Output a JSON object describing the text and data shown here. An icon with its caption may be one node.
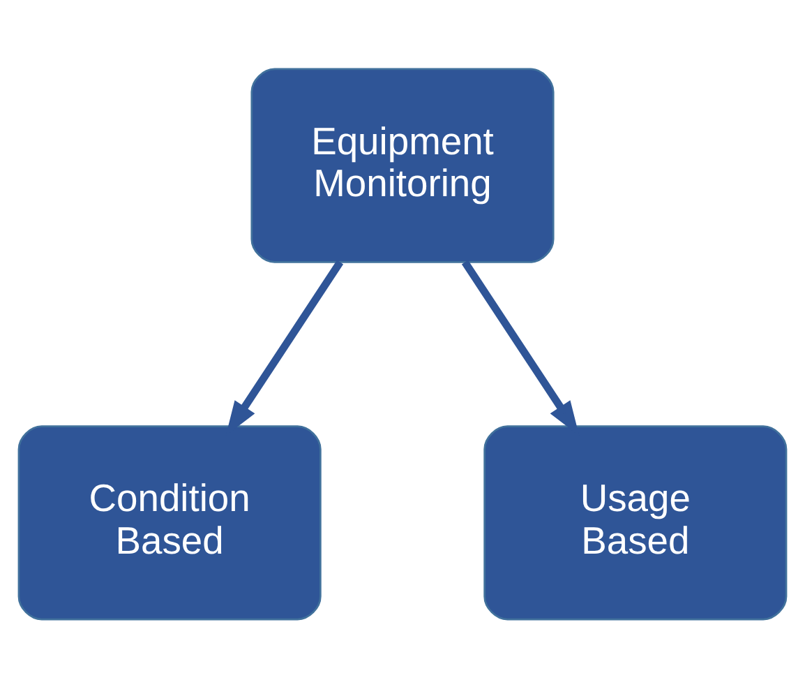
{
  "diagram": {
    "nodes": [
      {
        "text": [
          "Equipment Monitoring"
        ]
      },
      {
        "text": [
          "Condition Based"
        ]
      },
      {
        "text": [
          "Usage Based"
        ]
      }
    ],
    "edges": [
      {
        "from": 0,
        "to": 1,
        "arrow": "to"
      },
      {
        "from": 0,
        "to": 2,
        "arrow": "to"
      }
    ]
  }
}
